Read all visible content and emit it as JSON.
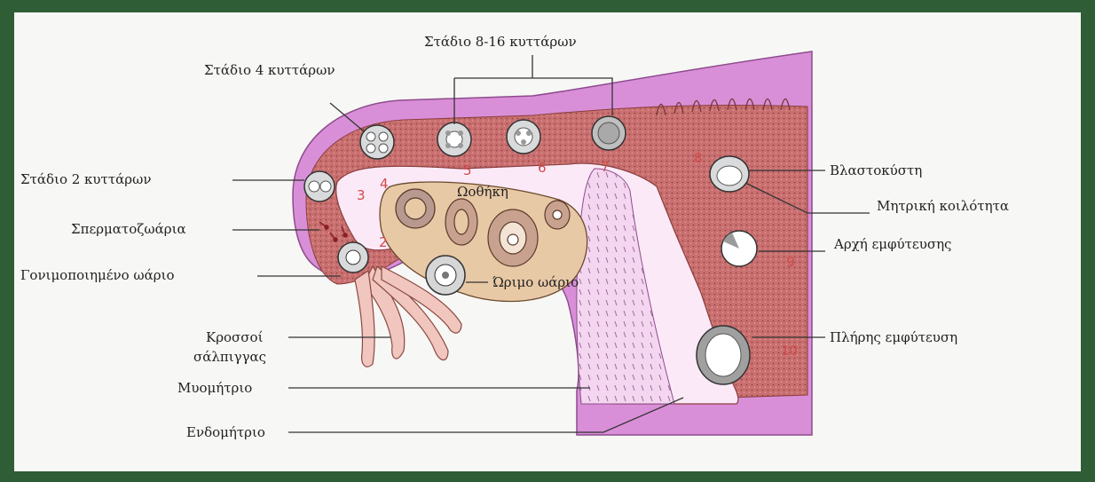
{
  "colors": {
    "background_frame": "#2f5d35",
    "myometrium": "#d98fd8",
    "endometrium": "#c96f6f",
    "ovary": "#e8c9a6",
    "fringe": "#f0c6bf",
    "cell": "#d9dadb",
    "stage_number": "#d24a4a"
  },
  "labels": {
    "stage_8_16": "Στάδιο 8-16 κυττάρων",
    "stage_4": "Στάδιο 4 κυττάρων",
    "stage_2": "Στάδιο 2 κυττάρων",
    "sperm": "Σπερματοζωάρια",
    "fertilized_egg": "Γονιμοποιημένο ωάριο",
    "fimbriae_line1": "Κροσσοί",
    "fimbriae_line2": "σάλπιγγας",
    "myometrium": "Μυομήτριο",
    "endometrium": "Ενδομήτριο",
    "ovary": "Ωοθήκη",
    "mature_egg": "Ώριμο ωάριο",
    "blastocyst": "Βλαστοκύστη",
    "uterine_cavity": "Μητρική κοιλότητα",
    "implantation_start": "Αρχή εμφύτευσης",
    "implantation_full": "Πλήρης εμφύτευση"
  },
  "stage_numbers": [
    "2",
    "3",
    "4",
    "5",
    "6",
    "7",
    "8",
    "9",
    "10"
  ]
}
